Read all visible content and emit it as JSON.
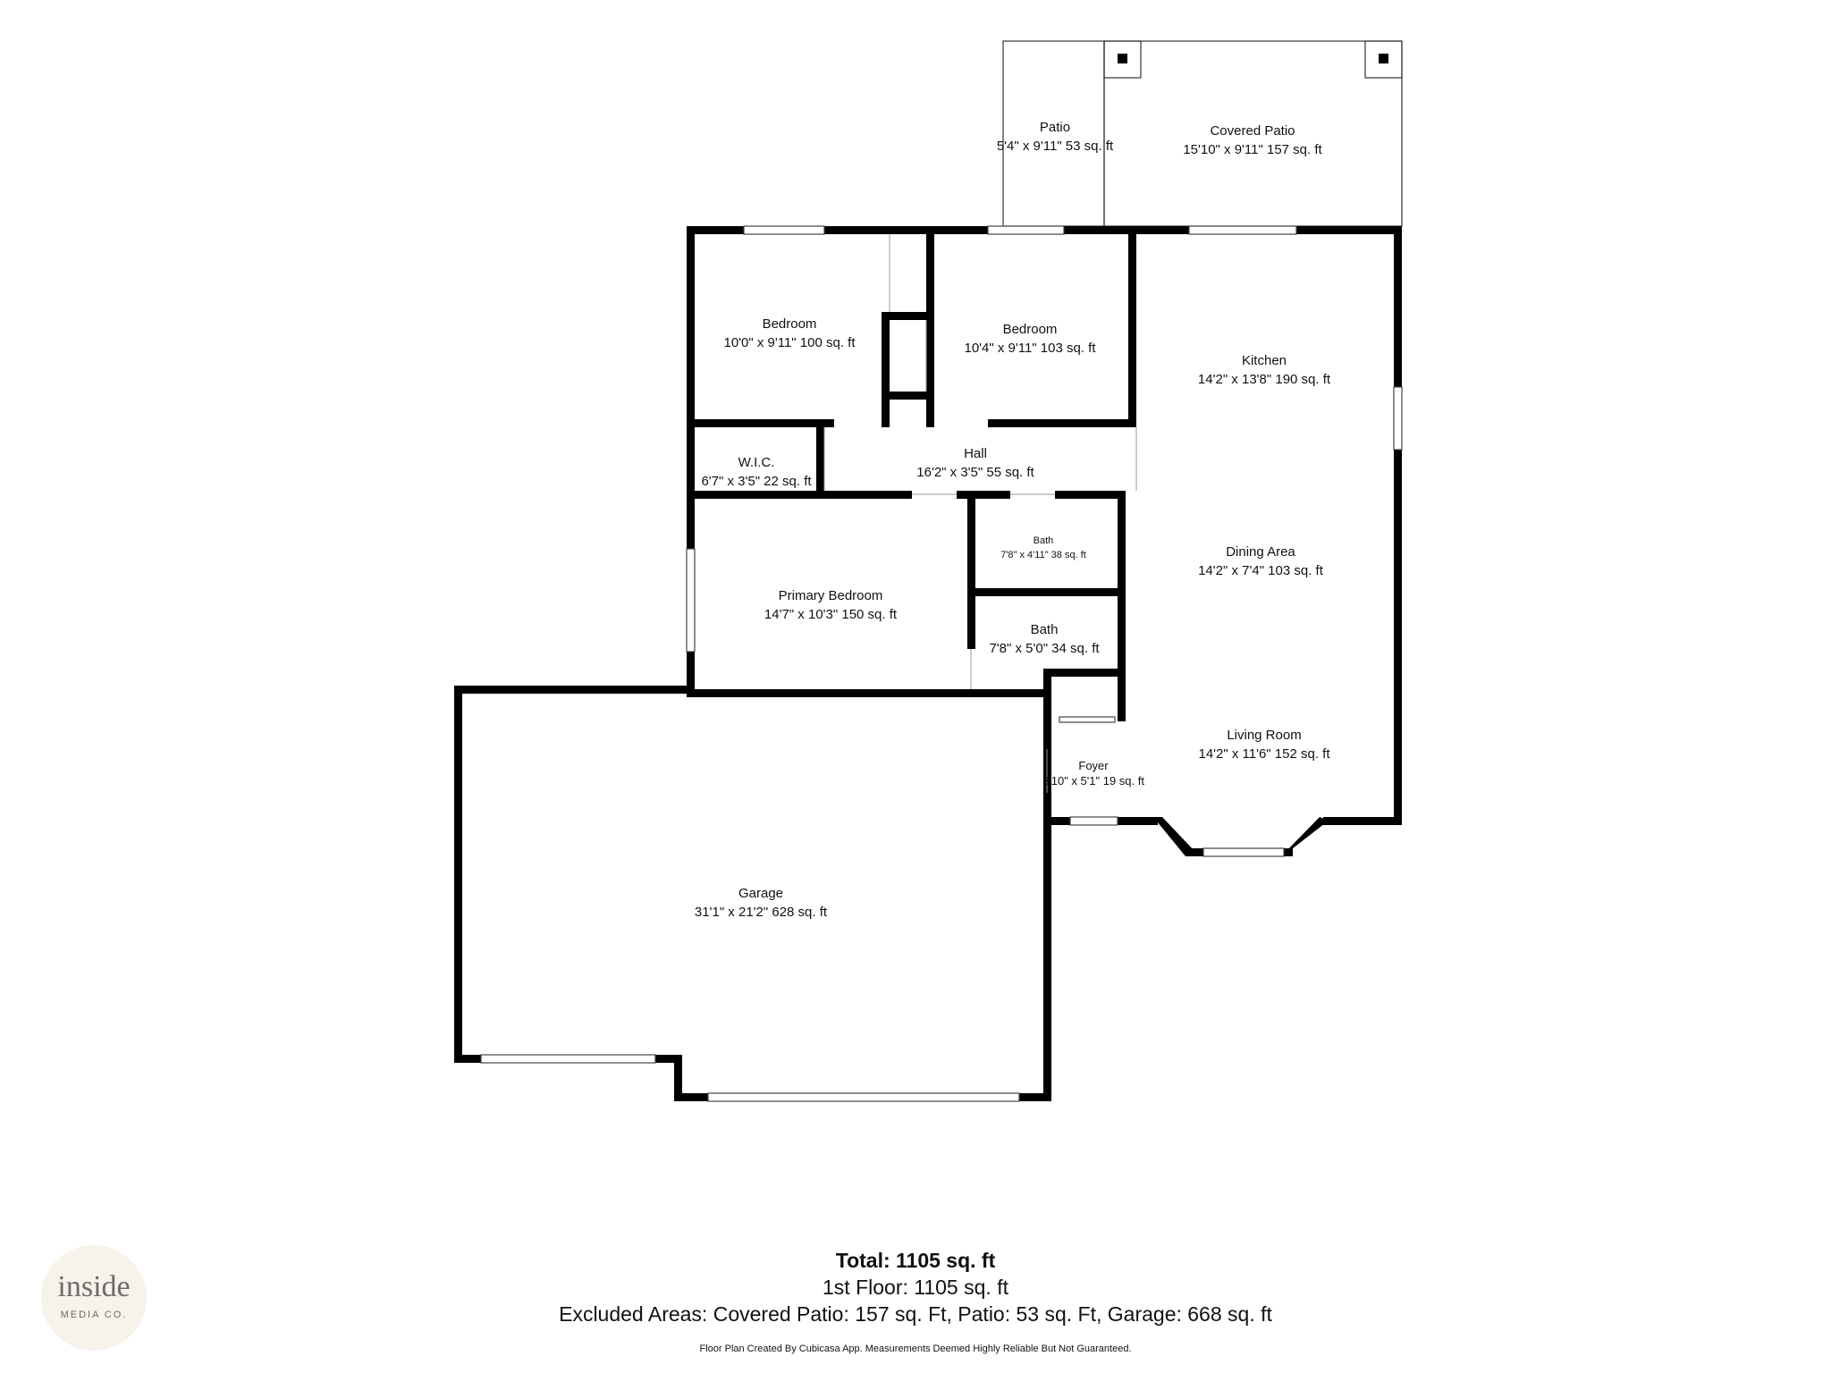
{
  "rooms": {
    "patio": {
      "name": "Patio",
      "dims": "5'4\" x 9'11\" 53 sq. ft"
    },
    "covered_patio": {
      "name": "Covered Patio",
      "dims": "15'10\" x 9'11\" 157 sq. ft"
    },
    "bedroom_1": {
      "name": "Bedroom",
      "dims": "10'0\" x 9'11\" 100 sq. ft"
    },
    "bedroom_2": {
      "name": "Bedroom",
      "dims": "10'4\" x 9'11\" 103 sq. ft"
    },
    "kitchen": {
      "name": "Kitchen",
      "dims": "14'2\" x 13'8\" 190 sq. ft"
    },
    "wic": {
      "name": "W.I.C.",
      "dims": "6'7\" x 3'5\" 22 sq. ft"
    },
    "hall": {
      "name": "Hall",
      "dims": "16'2\" x 3'5\" 55 sq. ft"
    },
    "bath_1": {
      "name": "Bath",
      "dims": "7'8\" x 4'11\" 38 sq. ft"
    },
    "dining_area": {
      "name": "Dining Area",
      "dims": "14'2\" x 7'4\" 103 sq. ft"
    },
    "primary_bedroom": {
      "name": "Primary Bedroom",
      "dims": "14'7\" x 10'3\" 150 sq. ft"
    },
    "bath_2": {
      "name": "Bath",
      "dims": "7'8\" x 5'0\" 34 sq. ft"
    },
    "foyer": {
      "name": "Foyer",
      "dims": "3'10\" x 5'1\" 19 sq. ft"
    },
    "living_room": {
      "name": "Living Room",
      "dims": "14'2\" x 11'6\" 152 sq. ft"
    },
    "garage": {
      "name": "Garage",
      "dims": "31'1\" x 21'2\" 628 sq. ft"
    }
  },
  "summary": {
    "total": "Total: 1105 sq. ft",
    "first_floor": "1st Floor: 1105 sq. ft",
    "excluded": "Excluded Areas: Covered Patio: 157 sq. Ft, Patio: 53 sq. Ft, Garage: 668 sq. ft"
  },
  "footnote": "Floor Plan Created By Cubicasa App. Measurements Deemed Highly Reliable But Not Guaranteed.",
  "logo": {
    "line1": "inside",
    "line2": "MEDIA CO."
  }
}
